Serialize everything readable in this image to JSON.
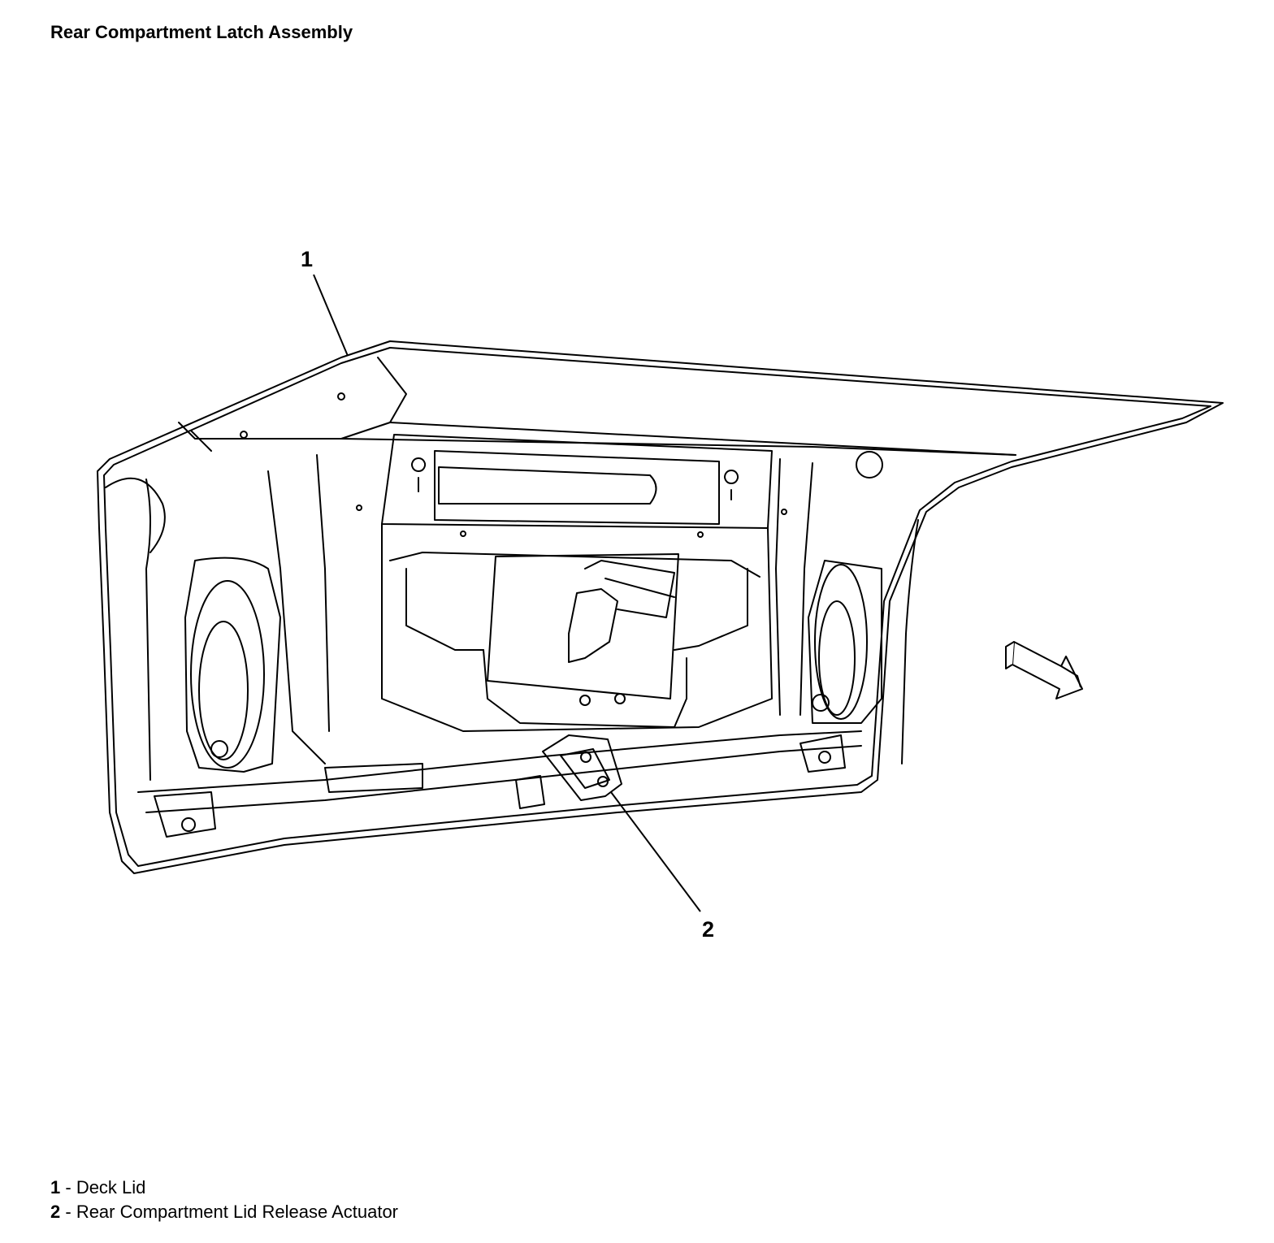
{
  "title": "Rear Compartment Latch Assembly",
  "callouts": [
    {
      "number": "1"
    },
    {
      "number": "2"
    }
  ],
  "legend": [
    {
      "number": "1",
      "separator": " - ",
      "label": "Deck Lid"
    },
    {
      "number": "2",
      "separator": " - ",
      "label": "Rear Compartment Lid Release Actuator"
    }
  ]
}
